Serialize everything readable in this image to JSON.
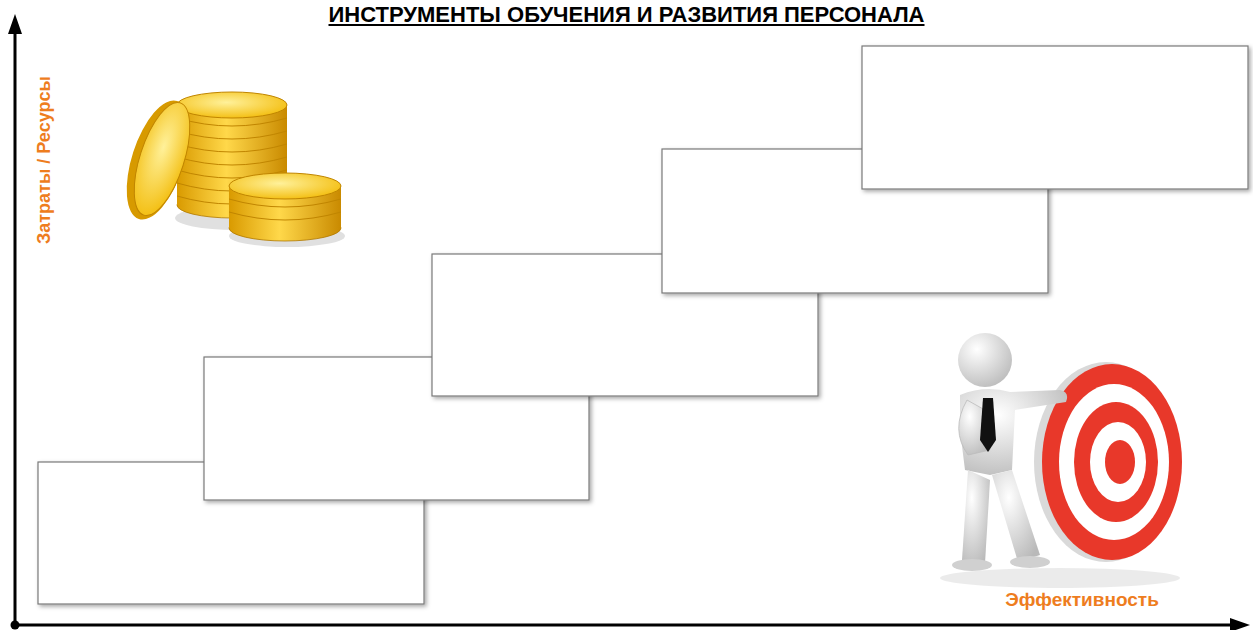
{
  "diagram": {
    "title": "ИНСТРУМЕНТЫ ОБУЧЕНИЯ И РАЗВИТИЯ ПЕРСОНАЛА",
    "labels": [
      "Затраты / Ресурсы",
      "Эффективность"
    ]
  }
}
